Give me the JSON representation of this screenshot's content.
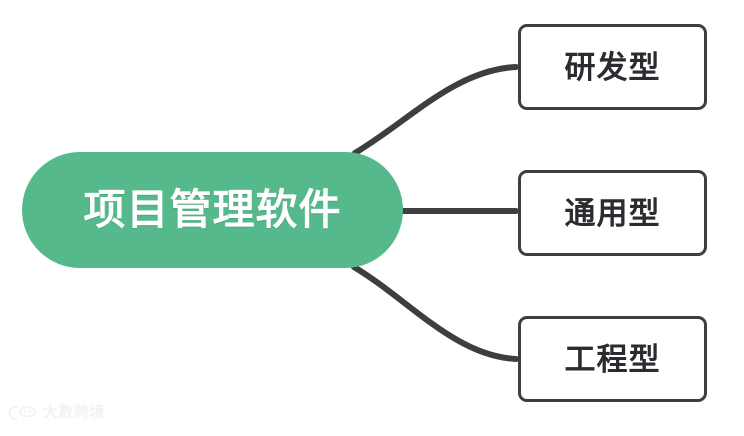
{
  "diagram": {
    "type": "mind-map",
    "background_color": "#ffffff",
    "root": {
      "label": "项目管理软件",
      "fill_color": "#56b98b",
      "text_color": "#ffffff",
      "shape": "pill"
    },
    "branch_style": {
      "fill_color": "#ffffff",
      "border_color": "#3e3e42",
      "text_color": "#2b2b30",
      "shape": "rounded-rectangle"
    },
    "connector_color": "#3e3e42",
    "branches": [
      {
        "label": "研发型"
      },
      {
        "label": "通用型"
      },
      {
        "label": "工程型"
      }
    ]
  },
  "watermark": {
    "text": "大数跨境",
    "icon": "logo-mark-icon",
    "color": "#e2e2e2"
  }
}
